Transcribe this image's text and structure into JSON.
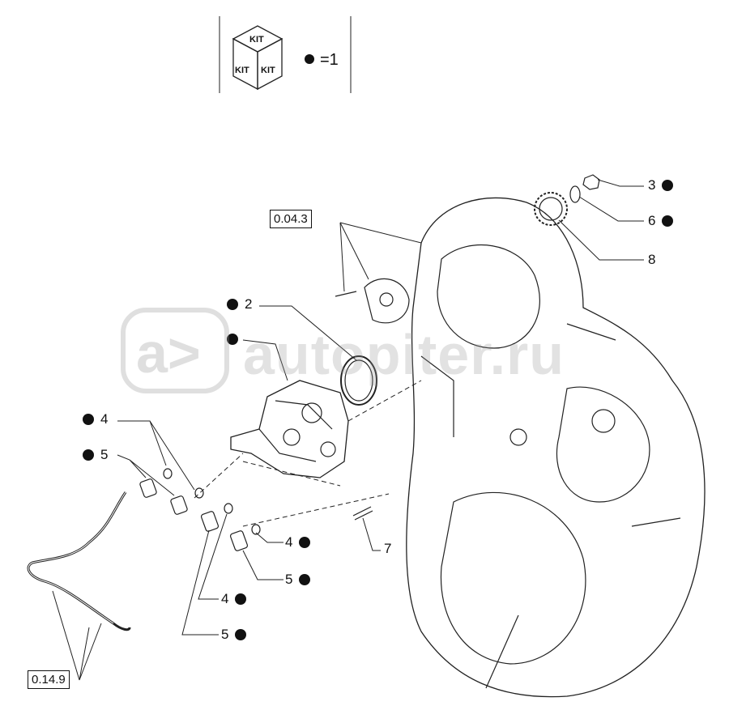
{
  "kit_legend": {
    "cube_label": "KIT",
    "equals": "=1"
  },
  "references": [
    "0.04.3",
    "0.14.9"
  ],
  "callouts": [
    {
      "number": "3",
      "kit": true
    },
    {
      "number": "6",
      "kit": true
    },
    {
      "number": "8",
      "kit": false
    },
    {
      "number": "2",
      "kit": true
    },
    {
      "number": "",
      "kit": true
    },
    {
      "number": "4",
      "kit": true
    },
    {
      "number": "5",
      "kit": true
    },
    {
      "number": "4",
      "kit": true
    },
    {
      "number": "5",
      "kit": true
    },
    {
      "number": "7",
      "kit": false
    },
    {
      "number": "4",
      "kit": true
    },
    {
      "number": "5",
      "kit": true
    }
  ],
  "watermark": "autopiter.ru"
}
